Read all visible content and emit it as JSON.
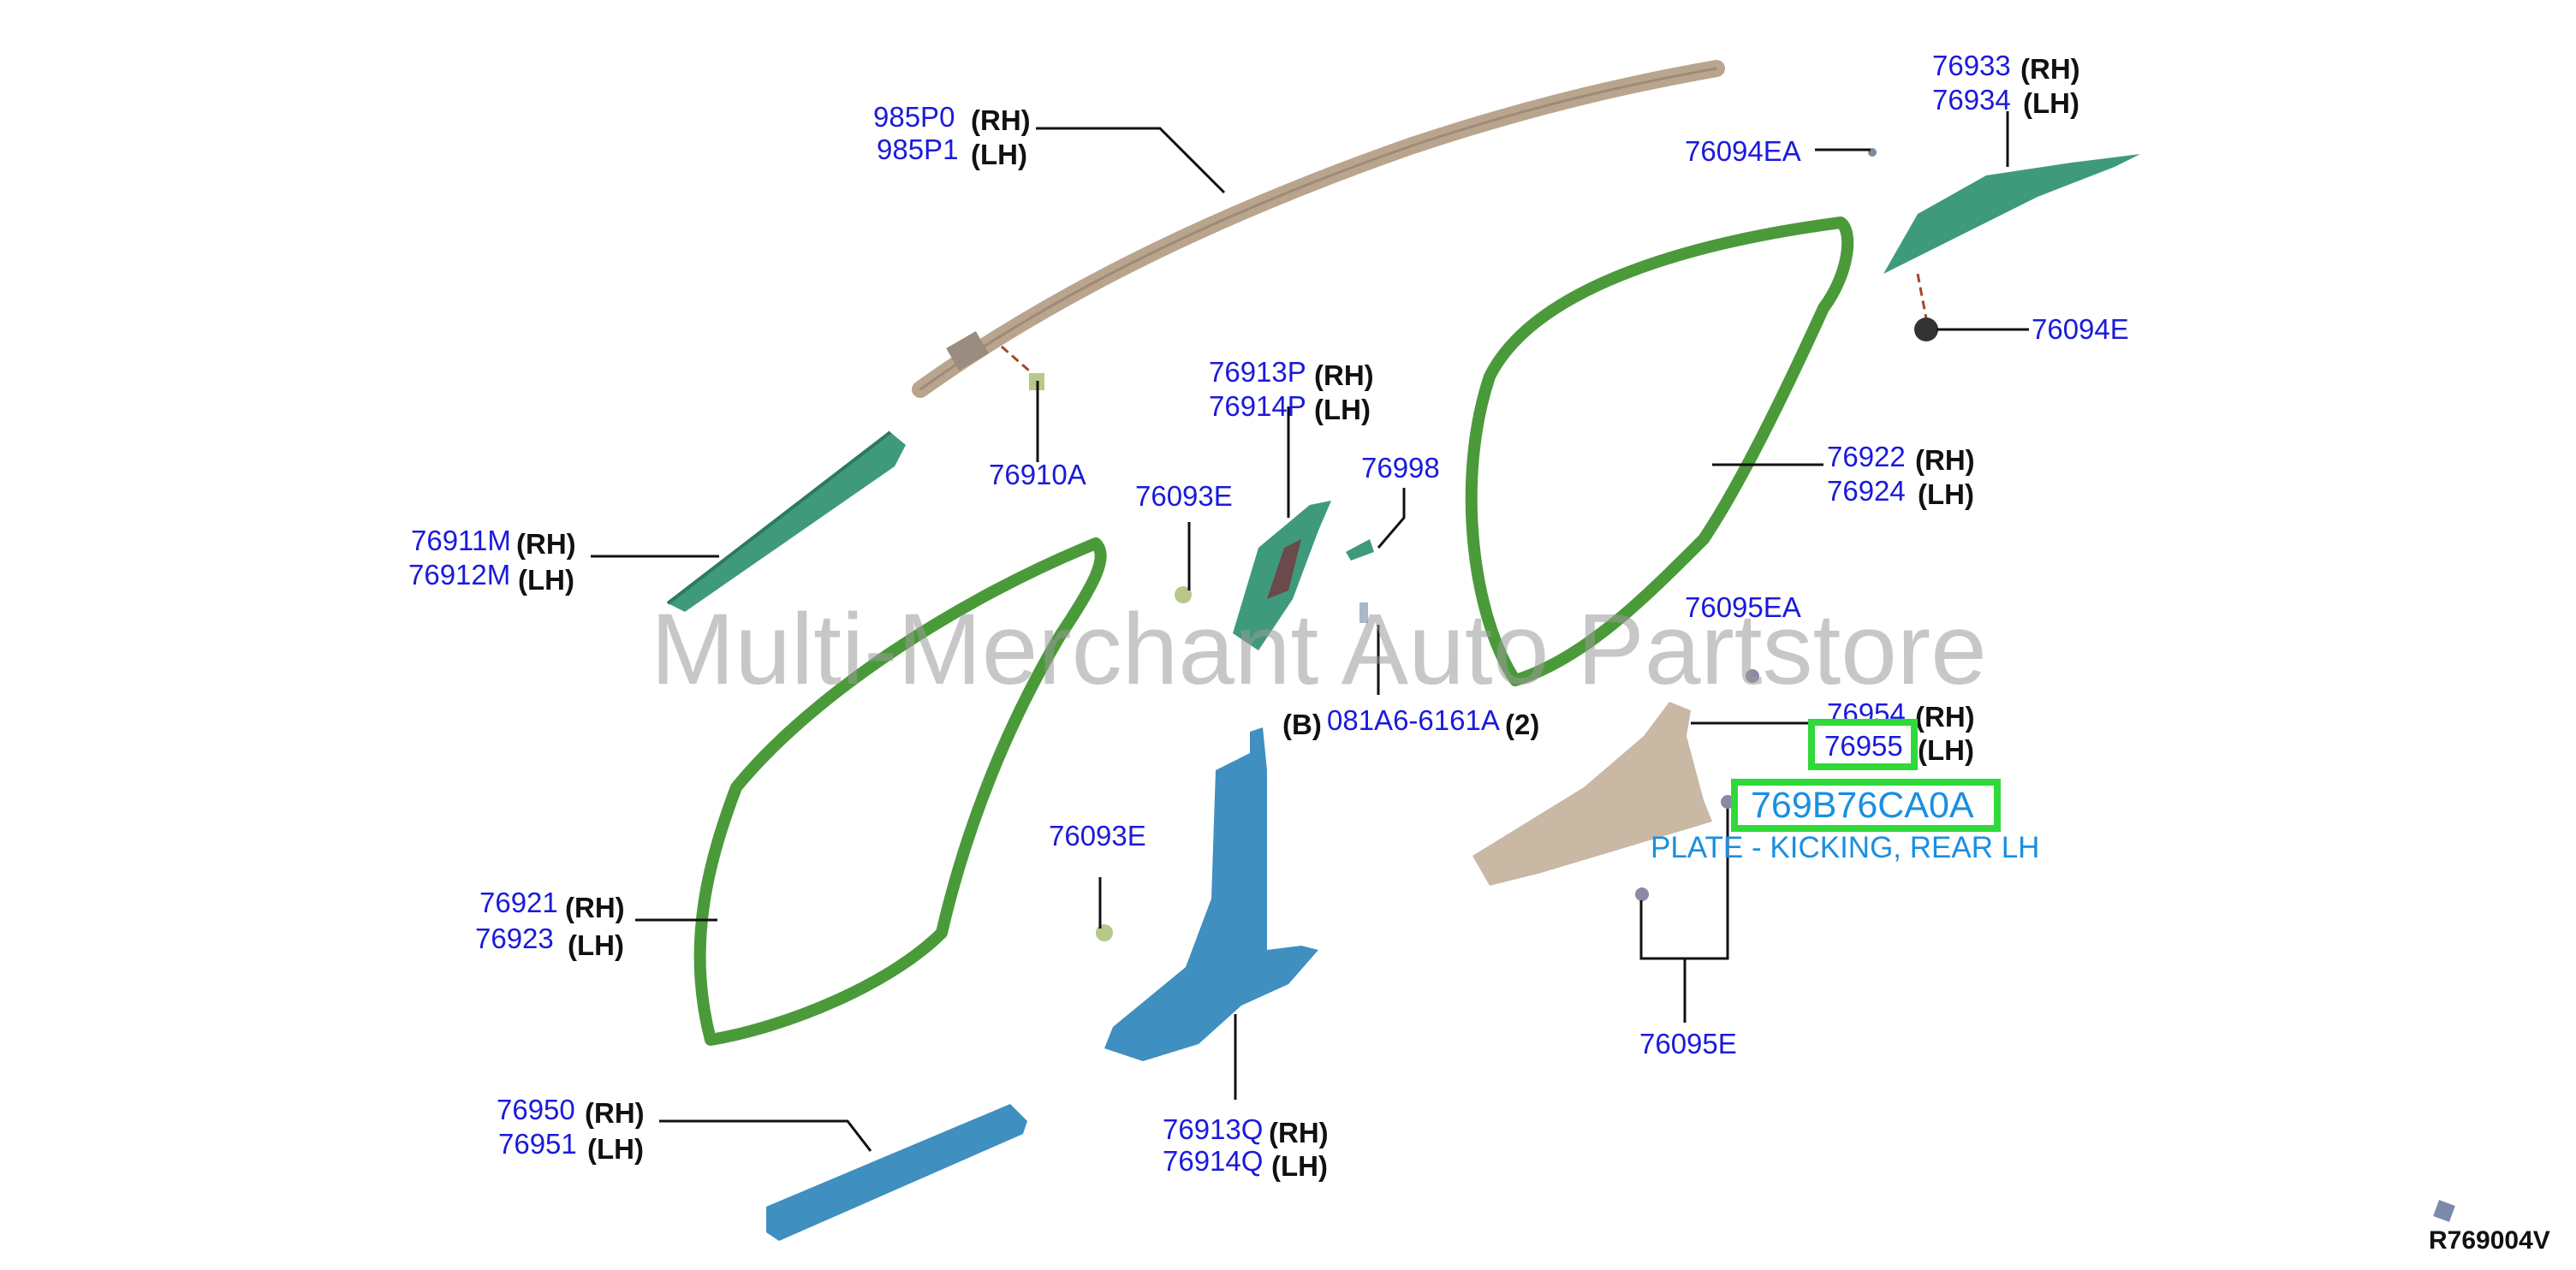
{
  "watermark": "Multi-Merchant Auto Partstore",
  "diagram_id": "R769004V",
  "highlight": {
    "part_number": "769B76CA0A",
    "description": "PLATE - KICKING, REAR LH",
    "selected_callout": "76955"
  },
  "colors": {
    "part_number_text": "#1a1adc",
    "highlight_border": "#2fd93a",
    "highlight_text": "#1a8fe0",
    "seal_green": "#4a9a3a",
    "trim_teal": "#3f9a7c",
    "pillar_blue": "#3f8fc0",
    "plate_beige": "#c8b8a4",
    "airbag_tan": "#b9a48e"
  },
  "callouts": {
    "c985P0": "985P0",
    "c985P1": "985P1",
    "c76933": "76933",
    "c76934": "76934",
    "c76094EA": "76094EA",
    "c76094E": "76094E",
    "c76913P": "76913P",
    "c76914P": "76914P",
    "c76998": "76998",
    "c76910A": "76910A",
    "c76093E_a": "76093E",
    "c76093E_b": "76093E",
    "c76922": "76922",
    "c76924": "76924",
    "c76911M": "76911M",
    "c76912M": "76912M",
    "c76095EA": "76095EA",
    "c081A6": "081A6-6161A",
    "qty": "(2)",
    "b": "(B)",
    "c76954": "76954",
    "c76955": "76955",
    "c76921": "76921",
    "c76923": "76923",
    "c76095E": "76095E",
    "c76950": "76950",
    "c76951": "76951",
    "c76913Q": "76913Q",
    "c76914Q": "76914Q"
  },
  "sides": {
    "rh": "(RH)",
    "lh": "(LH)"
  }
}
